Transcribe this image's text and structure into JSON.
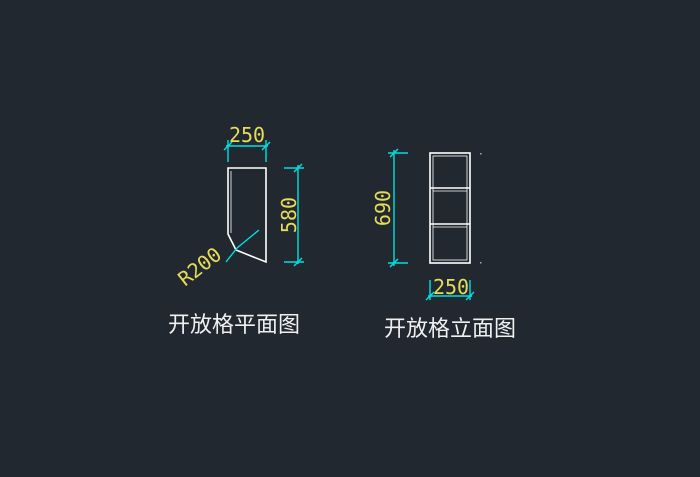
{
  "plan": {
    "caption": "开放格平面图",
    "width_dim": "250",
    "depth_dim": "580",
    "radius_dim": "R200"
  },
  "elevation": {
    "caption": "开放格立面图",
    "height_dim": "690",
    "width_dim": "250",
    "shelf_count": 3
  },
  "colors": {
    "background": "#212830",
    "outline": "#ffffff",
    "dimension_line": "#00e0e0",
    "dimension_text": "#e6dc5a",
    "caption_text": "#f0f0f0"
  }
}
